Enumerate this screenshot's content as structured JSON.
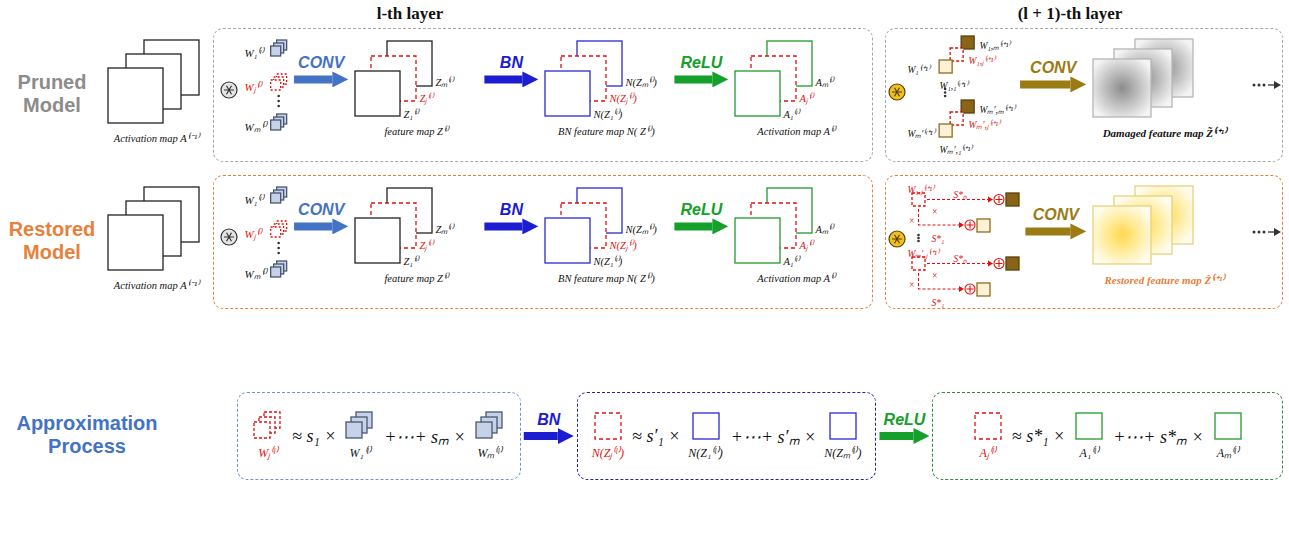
{
  "diagram": {
    "nodes": [
      {
        "text": [
          "Activation map A⁽ˡ⁻¹⁾"
        ]
      },
      {
        "text": []
      },
      {
        "text": [
          "W₁⁽ˡ⁾",
          "Wⱼ⁽ˡ⁾",
          "Wₘ⁽ˡ⁾"
        ],
        "in": 1
      },
      {
        "text": [
          "Z₁⁽ˡ⁾",
          "Zⱼ⁽ˡ⁾",
          "Zₘ⁽ˡ⁾",
          "feature map Z⁽ˡ⁾"
        ],
        "in": 1
      },
      {
        "text": [
          "N(Z₁⁽ˡ⁾)",
          "N(Zⱼ⁽ˡ⁾)",
          "N(Zₘ⁽ˡ⁾)",
          "BN feature map N( Z⁽ˡ⁾)"
        ],
        "in": 1
      },
      {
        "text": [
          "A₁⁽ˡ⁾",
          "Aⱼ⁽ˡ⁾",
          "Aₘ⁽ˡ⁾",
          "Activation map A⁽ˡ⁾"
        ],
        "in": 1
      },
      {
        "text": []
      },
      {
        "text": [
          "W₁⁽ˡ⁺¹⁾",
          "W₁,₁⁽ˡ⁺¹⁾",
          "W₁,ⱼ⁽ˡ⁺¹⁾",
          "W₁,ₘ⁽ˡ⁺¹⁾",
          "Wₘ′⁽ˡ⁺¹⁾",
          "Wₘ′,₁⁽ˡ⁺¹⁾",
          "Wₘ′,ⱼ⁽ˡ⁺¹⁾",
          "Wₘ′,ₘ⁽ˡ⁺¹⁾"
        ],
        "in": 6
      },
      {
        "text": [
          "Damaged feature map Z̃⁽ˡ⁺¹⁾"
        ],
        "in": 6
      },
      {
        "text": [
          "Activation map A⁽ˡ⁻¹⁾"
        ]
      },
      {
        "text": []
      },
      {
        "text": [
          "W₁⁽ˡ⁾",
          "Wⱼ⁽ˡ⁾",
          "Wₘ⁽ˡ⁾"
        ],
        "in": 10
      },
      {
        "text": [
          "Z₁⁽ˡ⁾",
          "Zⱼ⁽ˡ⁾",
          "Zₘ⁽ˡ⁾",
          "feature map Z⁽ˡ⁾"
        ],
        "in": 10
      },
      {
        "text": [
          "N(Z₁⁽ˡ⁾)",
          "N(Zⱼ⁽ˡ⁾)",
          "N(Zₘ⁽ˡ⁾)",
          "BN feature map N( Z⁽ˡ⁾)"
        ],
        "in": 10
      },
      {
        "text": [
          "A₁⁽ˡ⁾",
          "Aⱼ⁽ˡ⁾",
          "Aₘ⁽ˡ⁾",
          "Activation map A⁽ˡ⁾"
        ],
        "in": 10
      },
      {
        "text": []
      },
      {
        "text": [
          "W₁,ⱼ⁽ˡ⁺¹⁾",
          "×",
          "S*ₙ",
          "×",
          "S*₁",
          "Wₘ′,ⱼ⁽ˡ⁺¹⁾",
          "×",
          "S*ₙ",
          "×",
          "S*₁"
        ],
        "in": 15
      },
      {
        "text": [
          "Restored feature map Ẑ⁽ˡ⁺¹⁾"
        ],
        "in": 15
      },
      {
        "text": [
          "Wⱼ⁽ˡ⁾",
          "≈ s₁ ×",
          "W₁⁽ˡ⁾",
          "+⋯+ sₘ ×",
          "Wₘ⁽ˡ⁾"
        ]
      },
      {
        "text": [
          "N(Zⱼ⁽ˡ⁾)",
          "≈ s′₁ ×",
          "N(Z₁⁽ˡ⁾)",
          "+⋯+ s′ₘ ×",
          "N(Zₘ⁽ˡ⁾)"
        ]
      },
      {
        "text": [
          "Aⱼ⁽ˡ⁾",
          "≈ s*₁ ×",
          "A₁⁽ˡ⁾",
          "+⋯+ s*ₘ ×",
          "Aₘ⁽ˡ⁾"
        ]
      }
    ],
    "edges": [
      {
        "from": 2,
        "to": 3,
        "arrow": "to",
        "label": "CONV"
      },
      {
        "from": 3,
        "to": 4,
        "arrow": "to",
        "label": "BN"
      },
      {
        "from": 4,
        "to": 5,
        "arrow": "to",
        "label": "ReLU"
      },
      {
        "from": 7,
        "to": 8,
        "arrow": "to",
        "label": "CONV"
      },
      {
        "from": 11,
        "to": 12,
        "arrow": "to",
        "label": "CONV"
      },
      {
        "from": 12,
        "to": 13,
        "arrow": "to",
        "label": "BN"
      },
      {
        "from": 13,
        "to": 14,
        "arrow": "to",
        "label": "ReLU"
      },
      {
        "from": 16,
        "to": 17,
        "arrow": "to",
        "label": "CONV"
      },
      {
        "from": 18,
        "to": 19,
        "arrow": "to",
        "label": "BN"
      },
      {
        "from": 19,
        "to": 20,
        "arrow": "to",
        "label": "ReLU"
      }
    ],
    "labels": [
      "l-th layer",
      "(l + 1)-th layer",
      "Pruned Model",
      "Restored Model",
      "Approximation Process"
    ]
  }
}
